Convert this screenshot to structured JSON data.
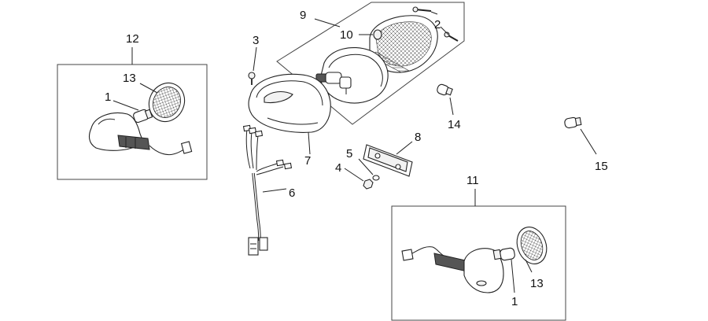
{
  "callouts": {
    "c1a": "1",
    "c1b": "1",
    "c2": "2",
    "c3": "3",
    "c4": "4",
    "c5": "5",
    "c6": "6",
    "c7": "7",
    "c8": "8",
    "c9": "9",
    "c10": "10",
    "c11": "11",
    "c12": "12",
    "c13a": "13",
    "c13b": "13",
    "c14": "14",
    "c15": "15"
  }
}
